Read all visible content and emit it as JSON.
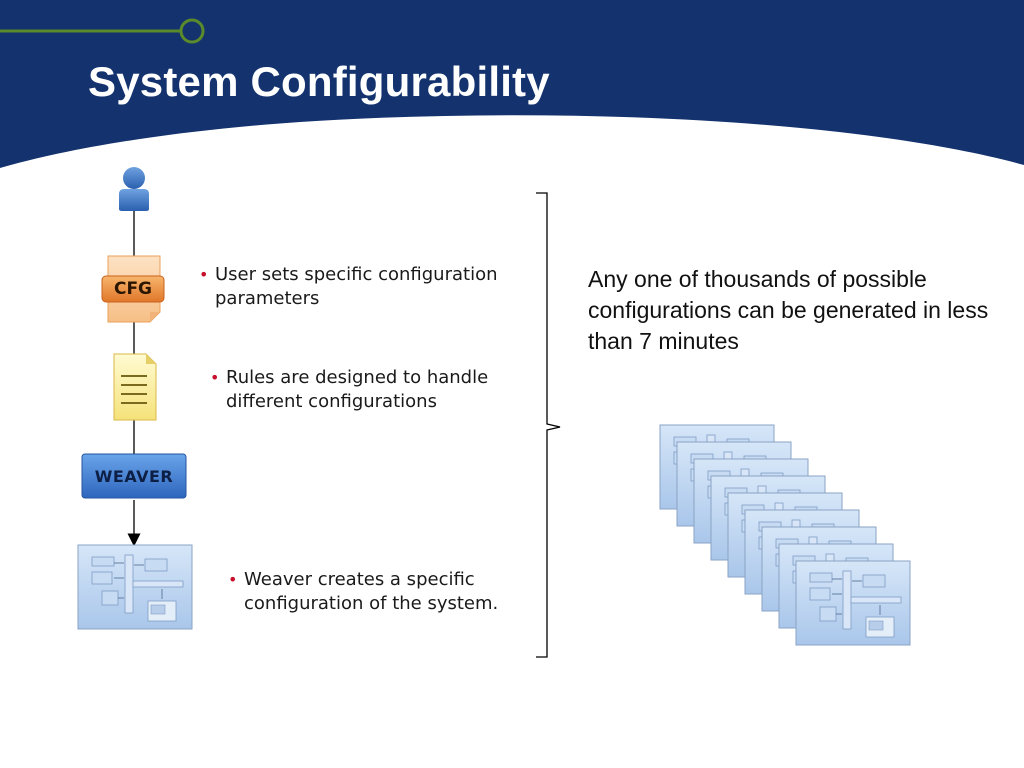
{
  "slide": {
    "title": "System Configurability"
  },
  "flow": {
    "steps": [
      {
        "icon": "user-icon"
      },
      {
        "icon": "config-file-icon",
        "label": "CFG"
      },
      {
        "icon": "rules-document-icon"
      },
      {
        "icon": "weaver-box",
        "label": "WEAVER"
      },
      {
        "icon": "system-configuration-icon"
      }
    ]
  },
  "bullets": [
    "User sets specific configuration parameters",
    "Rules are designed to handle different configurations",
    "Weaver creates a specific configuration of the system."
  ],
  "summary": "Any one of thousands of possible configurations can be generated in less than 7 minutes",
  "colors": {
    "header_blue": "#14336e",
    "accent_green": "#5a8a2a",
    "bullet_red": "#c8102e",
    "cfg_orange": "#f0a255",
    "weaver_blue": "#3f7fd0"
  }
}
